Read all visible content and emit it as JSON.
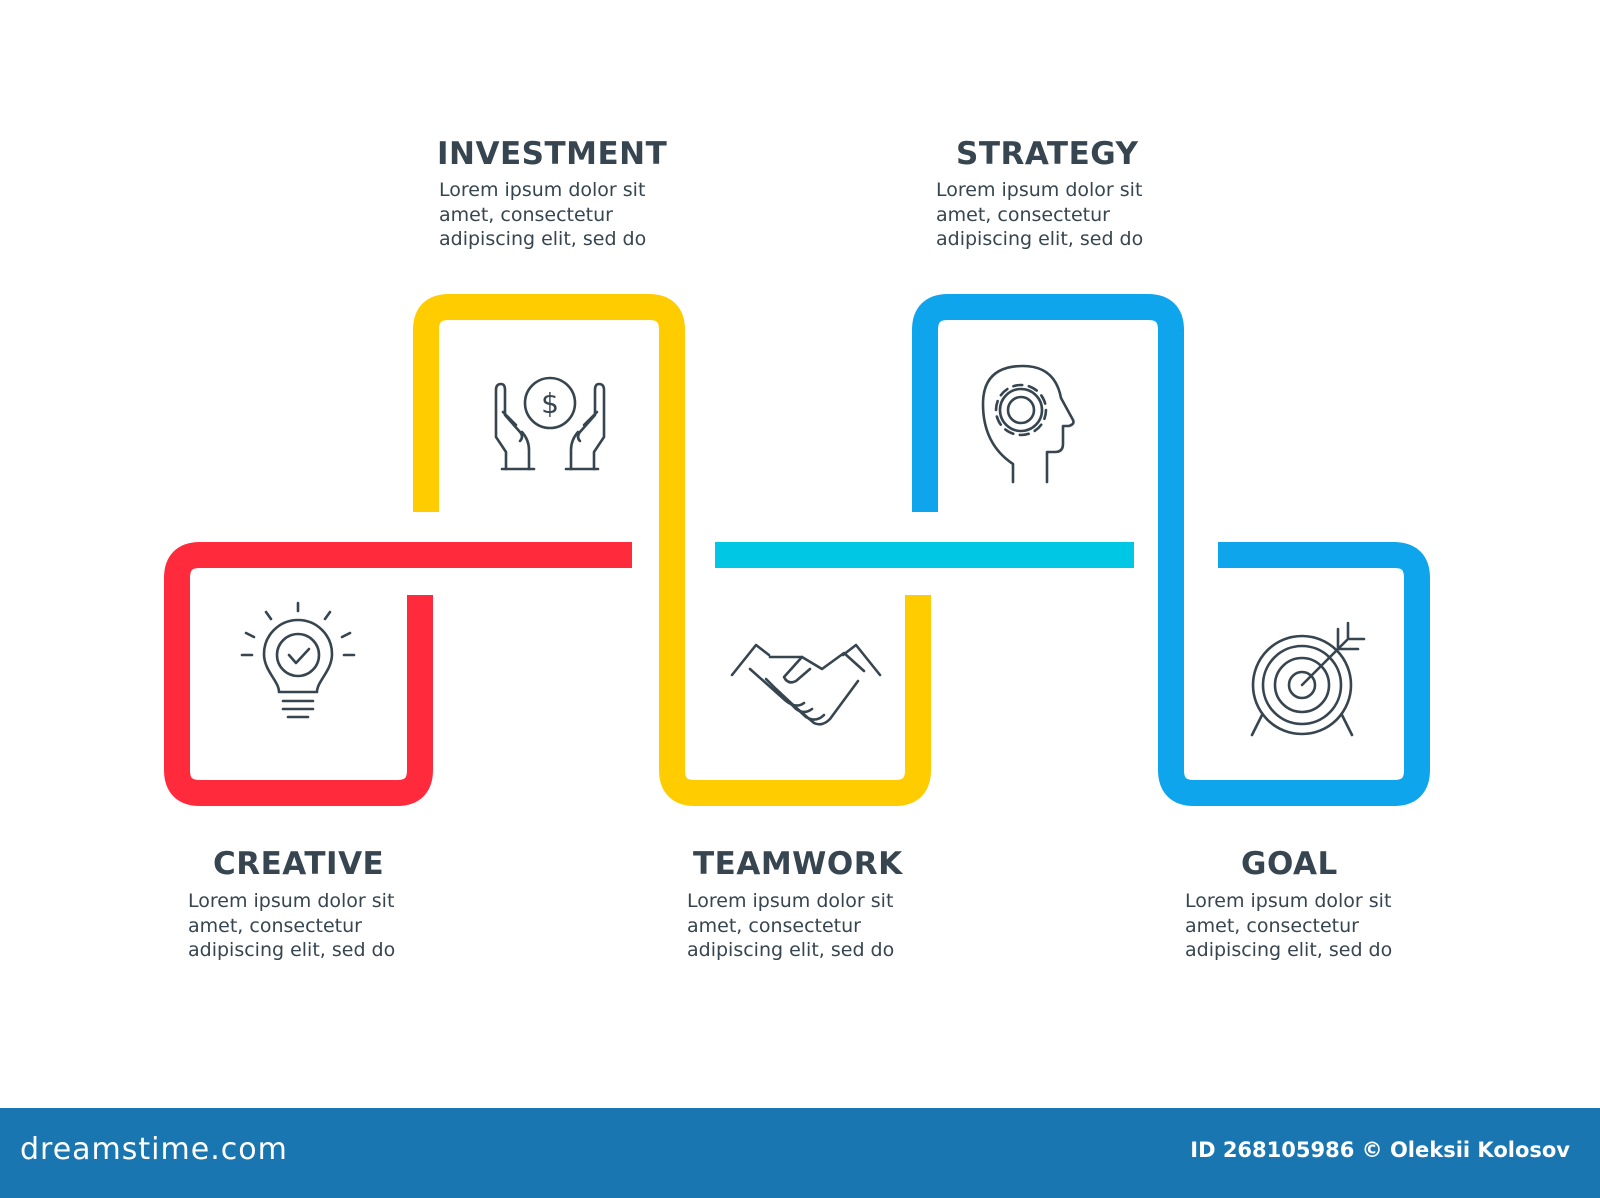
{
  "steps": [
    {
      "title": "CREATIVE",
      "icon": "lightbulb-icon",
      "color": "#ff2a3c",
      "desc": [
        "Lorem ipsum dolor sit",
        "amet, consectetur",
        "adipiscing elit, sed do"
      ]
    },
    {
      "title": "INVESTMENT",
      "icon": "hands-dollar-icon",
      "color": "#ffcc00",
      "desc": [
        "Lorem ipsum dolor sit",
        "amet, consectetur",
        "adipiscing elit, sed do"
      ]
    },
    {
      "title": "TEAMWORK",
      "icon": "handshake-icon",
      "color": "#ffcc00",
      "desc": [
        "Lorem ipsum dolor sit",
        "amet, consectetur",
        "adipiscing elit, sed do"
      ]
    },
    {
      "title": "STRATEGY",
      "icon": "head-gear-icon",
      "color": "#0ea5ec",
      "desc": [
        "Lorem ipsum dolor sit",
        "amet, consectetur",
        "adipiscing elit, sed do"
      ]
    },
    {
      "title": "GOAL",
      "icon": "target-arrow-icon",
      "color": "#0ea5ec",
      "desc": [
        "Lorem ipsum dolor sit",
        "amet, consectetur",
        "adipiscing elit, sed do"
      ]
    }
  ],
  "connector_color": "#00c8e4",
  "icon_color": "#36454f",
  "footer": {
    "logo": "dreamstime.com",
    "credit": "ID 268105986 © Oleksii Kolosov",
    "background": "#1a76b0"
  }
}
